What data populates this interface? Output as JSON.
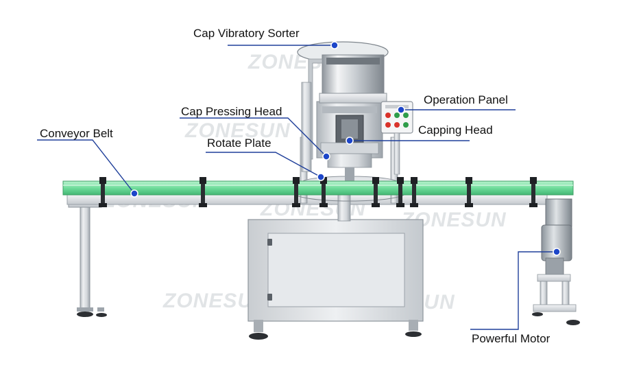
{
  "diagram": {
    "watermark": "ZONESUN",
    "colors": {
      "leader_line": "#1f3f9a",
      "leader_dot": "#1d46c9",
      "conveyor_belt": "#7ee8a8",
      "steel": "#d7dbdf",
      "steel_dark": "#9aa1a8",
      "panel_button_red": "#d9332b",
      "panel_button_green": "#2e9d4a"
    },
    "callouts": [
      {
        "id": "cap-vibratory-sorter",
        "label": "Cap Vibratory Sorter"
      },
      {
        "id": "operation-panel",
        "label": "Operation Panel"
      },
      {
        "id": "cap-pressing-head",
        "label": "Cap Pressing Head"
      },
      {
        "id": "capping-head",
        "label": "Capping Head"
      },
      {
        "id": "conveyor-belt",
        "label": "Conveyor Belt"
      },
      {
        "id": "rotate-plate",
        "label": "Rotate Plate"
      },
      {
        "id": "powerful-motor",
        "label": "Powerful Motor"
      }
    ]
  }
}
